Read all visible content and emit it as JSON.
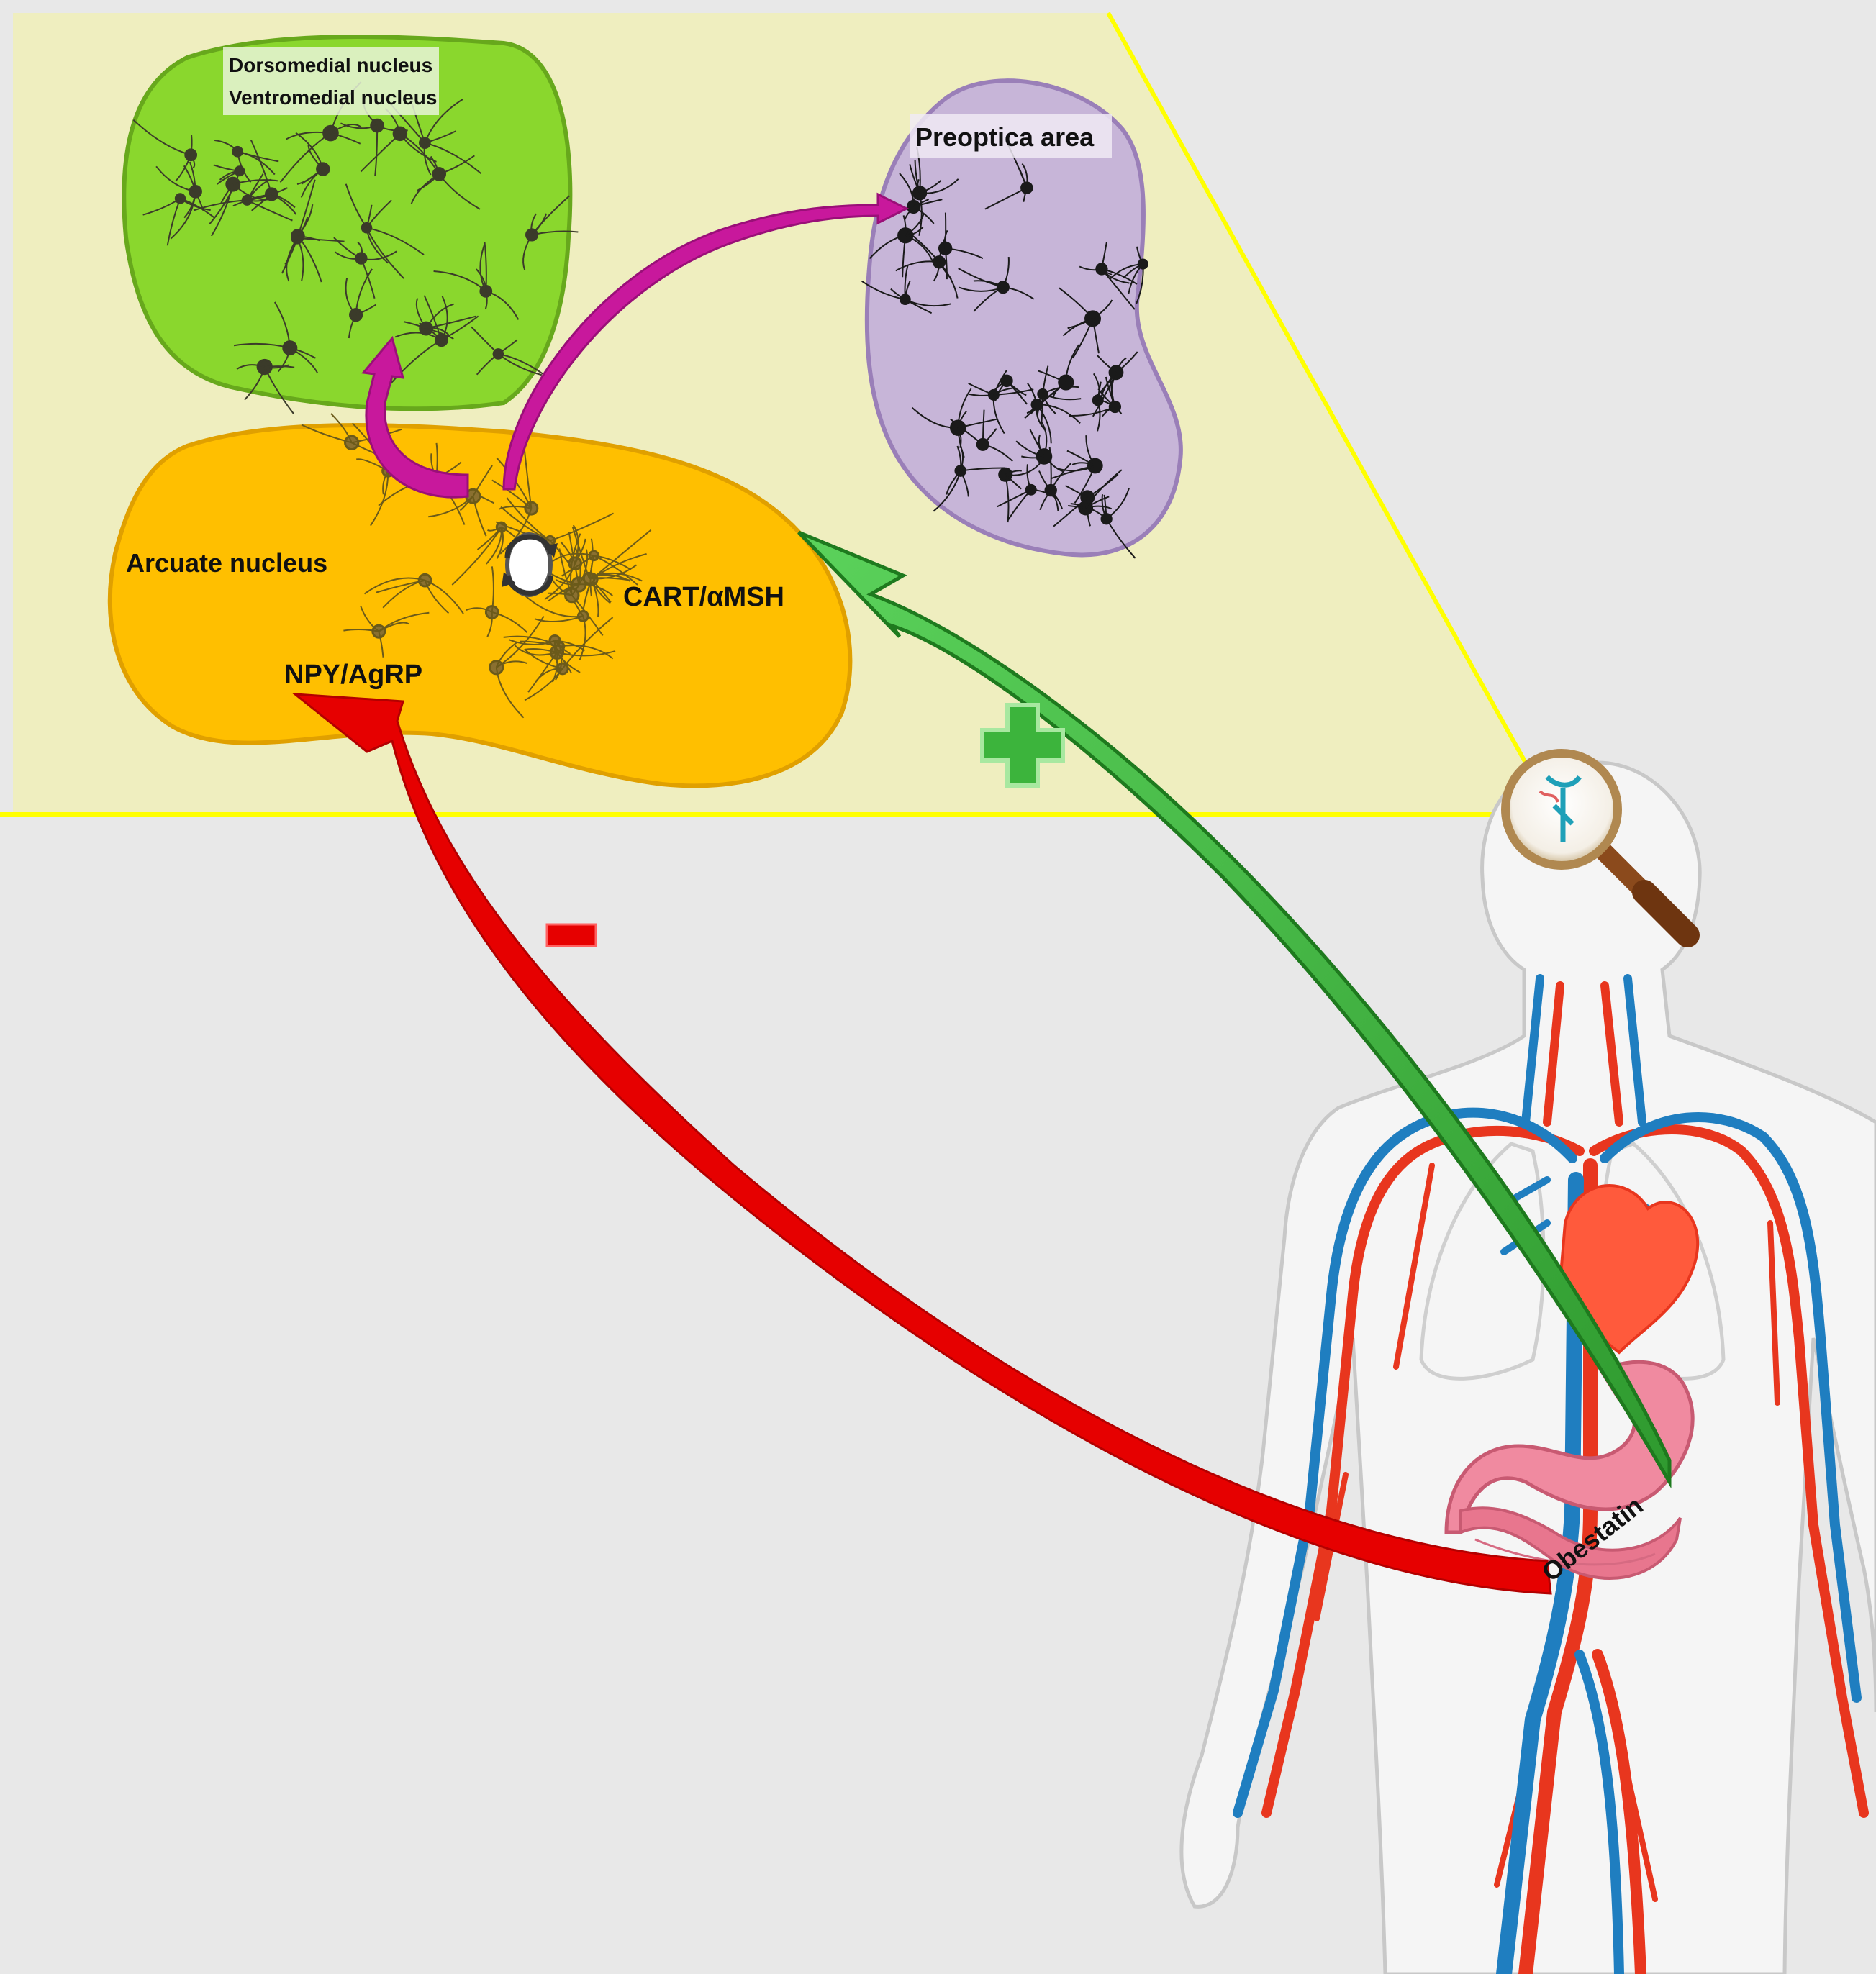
{
  "regions": {
    "dorsomedial": {
      "line1": "Dorsomedial nucleus",
      "line2": "Ventromedial nucleus"
    },
    "preoptic": {
      "label": "Preoptica area"
    },
    "arcuate": {
      "label": "Arcuate nucleus"
    }
  },
  "neurons": {
    "npy": "NPY/AgRP",
    "cart": "CART/αMSH"
  },
  "hormone": {
    "label": "Obestatin"
  },
  "signs": {
    "stimulate": "+",
    "inhibit": "-"
  },
  "colors": {
    "background": "#e8e8e8",
    "zoom_panel": "#efeebf",
    "zoom_border": "#ffff00",
    "dorsomedial_fill": "#8ad72d",
    "preoptic_fill": "#c7b5d8",
    "arcuate_fill": "#ffbf00",
    "stimulatory_arrow": "#3cb43c",
    "inhibitory_arrow": "#e60000",
    "internal_arrow": "#c8189c",
    "artery": "#e8361e",
    "vein": "#1f7ec0"
  },
  "icons": {
    "cycle": "cycle-arrows-icon",
    "magnifier": "magnifying-glass-icon",
    "body": "human-circulatory-system-icon",
    "stomach": "stomach-icon",
    "heart": "heart-icon"
  }
}
